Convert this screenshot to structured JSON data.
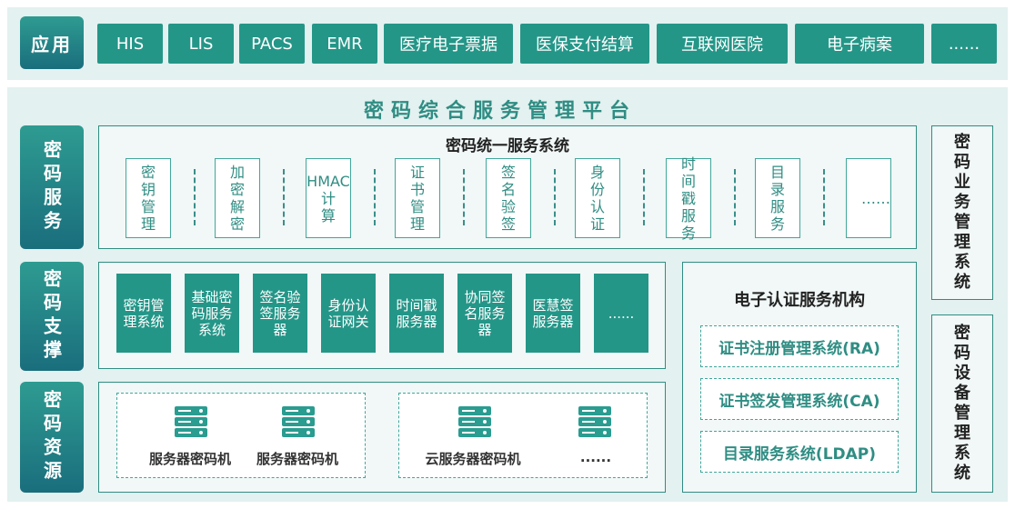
{
  "app_row": {
    "label": "应用",
    "items": [
      "HIS",
      "LIS",
      "PACS",
      "EMR",
      "医疗电子票据",
      "医保支付结算",
      "互联网医院",
      "电子病案",
      "......"
    ]
  },
  "platform": {
    "title": "密码综合服务管理平台",
    "service": {
      "label": "密码服务",
      "panel_title": "密码统一服务系统",
      "items": [
        "密钥管理",
        "加密解密",
        "HMAC计算",
        "证书管理",
        "签名验签",
        "身份认证",
        "时间戳服务",
        "目录服务",
        "……"
      ]
    },
    "support": {
      "label": "密码支撑",
      "items": [
        "密钥管理系统",
        "基础密码服务系统",
        "签名验签服务器",
        "身份认证网关",
        "时间戳服务器",
        "协同签名服务器",
        "医慧签服务器",
        "......"
      ]
    },
    "resource": {
      "label": "密码资源",
      "group1": [
        "服务器密码机",
        "服务器密码机"
      ],
      "group2": [
        "云服务器密码机",
        "......"
      ]
    },
    "ca": {
      "title": "电子认证服务机构",
      "items": [
        "证书注册管理系统(RA)",
        "证书签发管理系统(CA)",
        "目录服务系统(LDAP)"
      ]
    },
    "right": {
      "business": "密码业务管理系统",
      "device": "密码设备管理系统"
    }
  },
  "colors": {
    "primary": "#249688",
    "accent": "#2f8d83",
    "background": "#e3f1f0"
  }
}
